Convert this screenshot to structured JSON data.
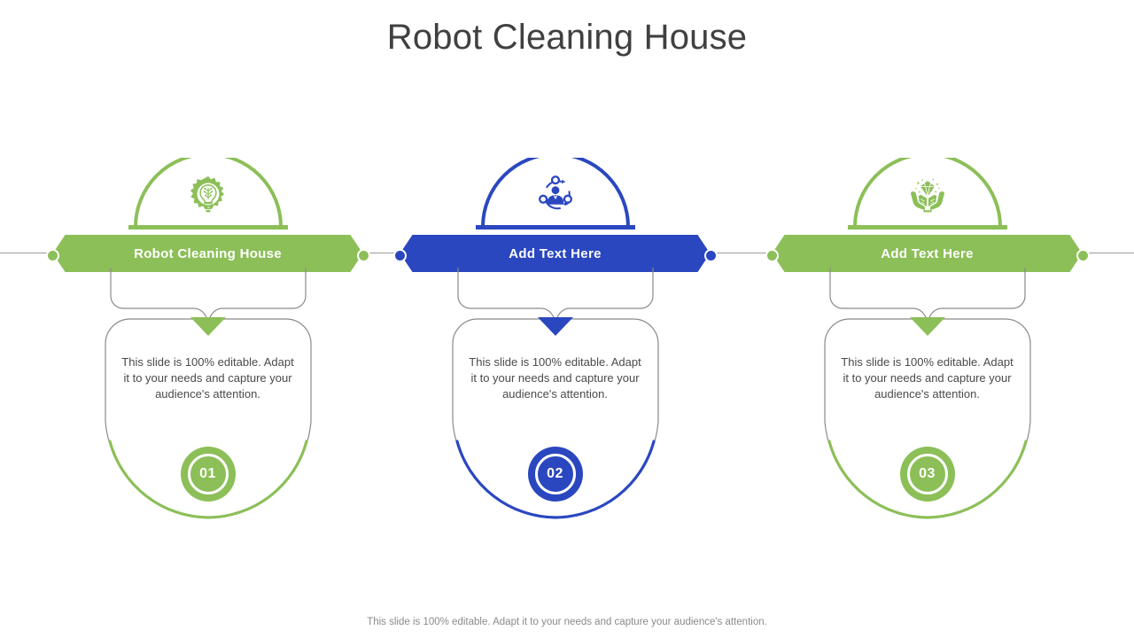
{
  "title": "Robot Cleaning House",
  "footer": "This slide is 100% editable. Adapt it to your needs and capture your audience's attention.",
  "colors": {
    "green": "#8CBF58",
    "blue": "#2B47C0",
    "card_outline": "#8a8a8a",
    "spine": "#9a9a9a",
    "title_text": "#404040",
    "body_text": "#4a4a4a",
    "footer_text": "#8a8a8a"
  },
  "columns": [
    {
      "banner_label": "Robot Cleaning House",
      "icon": "gear-lightbulb-icon",
      "body": "This slide is 100% editable. Adapt it to your needs and capture your audience's attention.",
      "number": "01",
      "accent": "#8CBF58"
    },
    {
      "banner_label": "Add  Text Here",
      "icon": "person-network-icon",
      "body": "This slide is 100% editable. Adapt it to your needs and capture your audience's attention.",
      "number": "02",
      "accent": "#2B47C0"
    },
    {
      "banner_label": "Add  Text Here",
      "icon": "hands-diamond-icon",
      "body": "This slide is 100% editable. Adapt it to your needs and capture your audience's attention.",
      "number": "03",
      "accent": "#8CBF58"
    }
  ]
}
